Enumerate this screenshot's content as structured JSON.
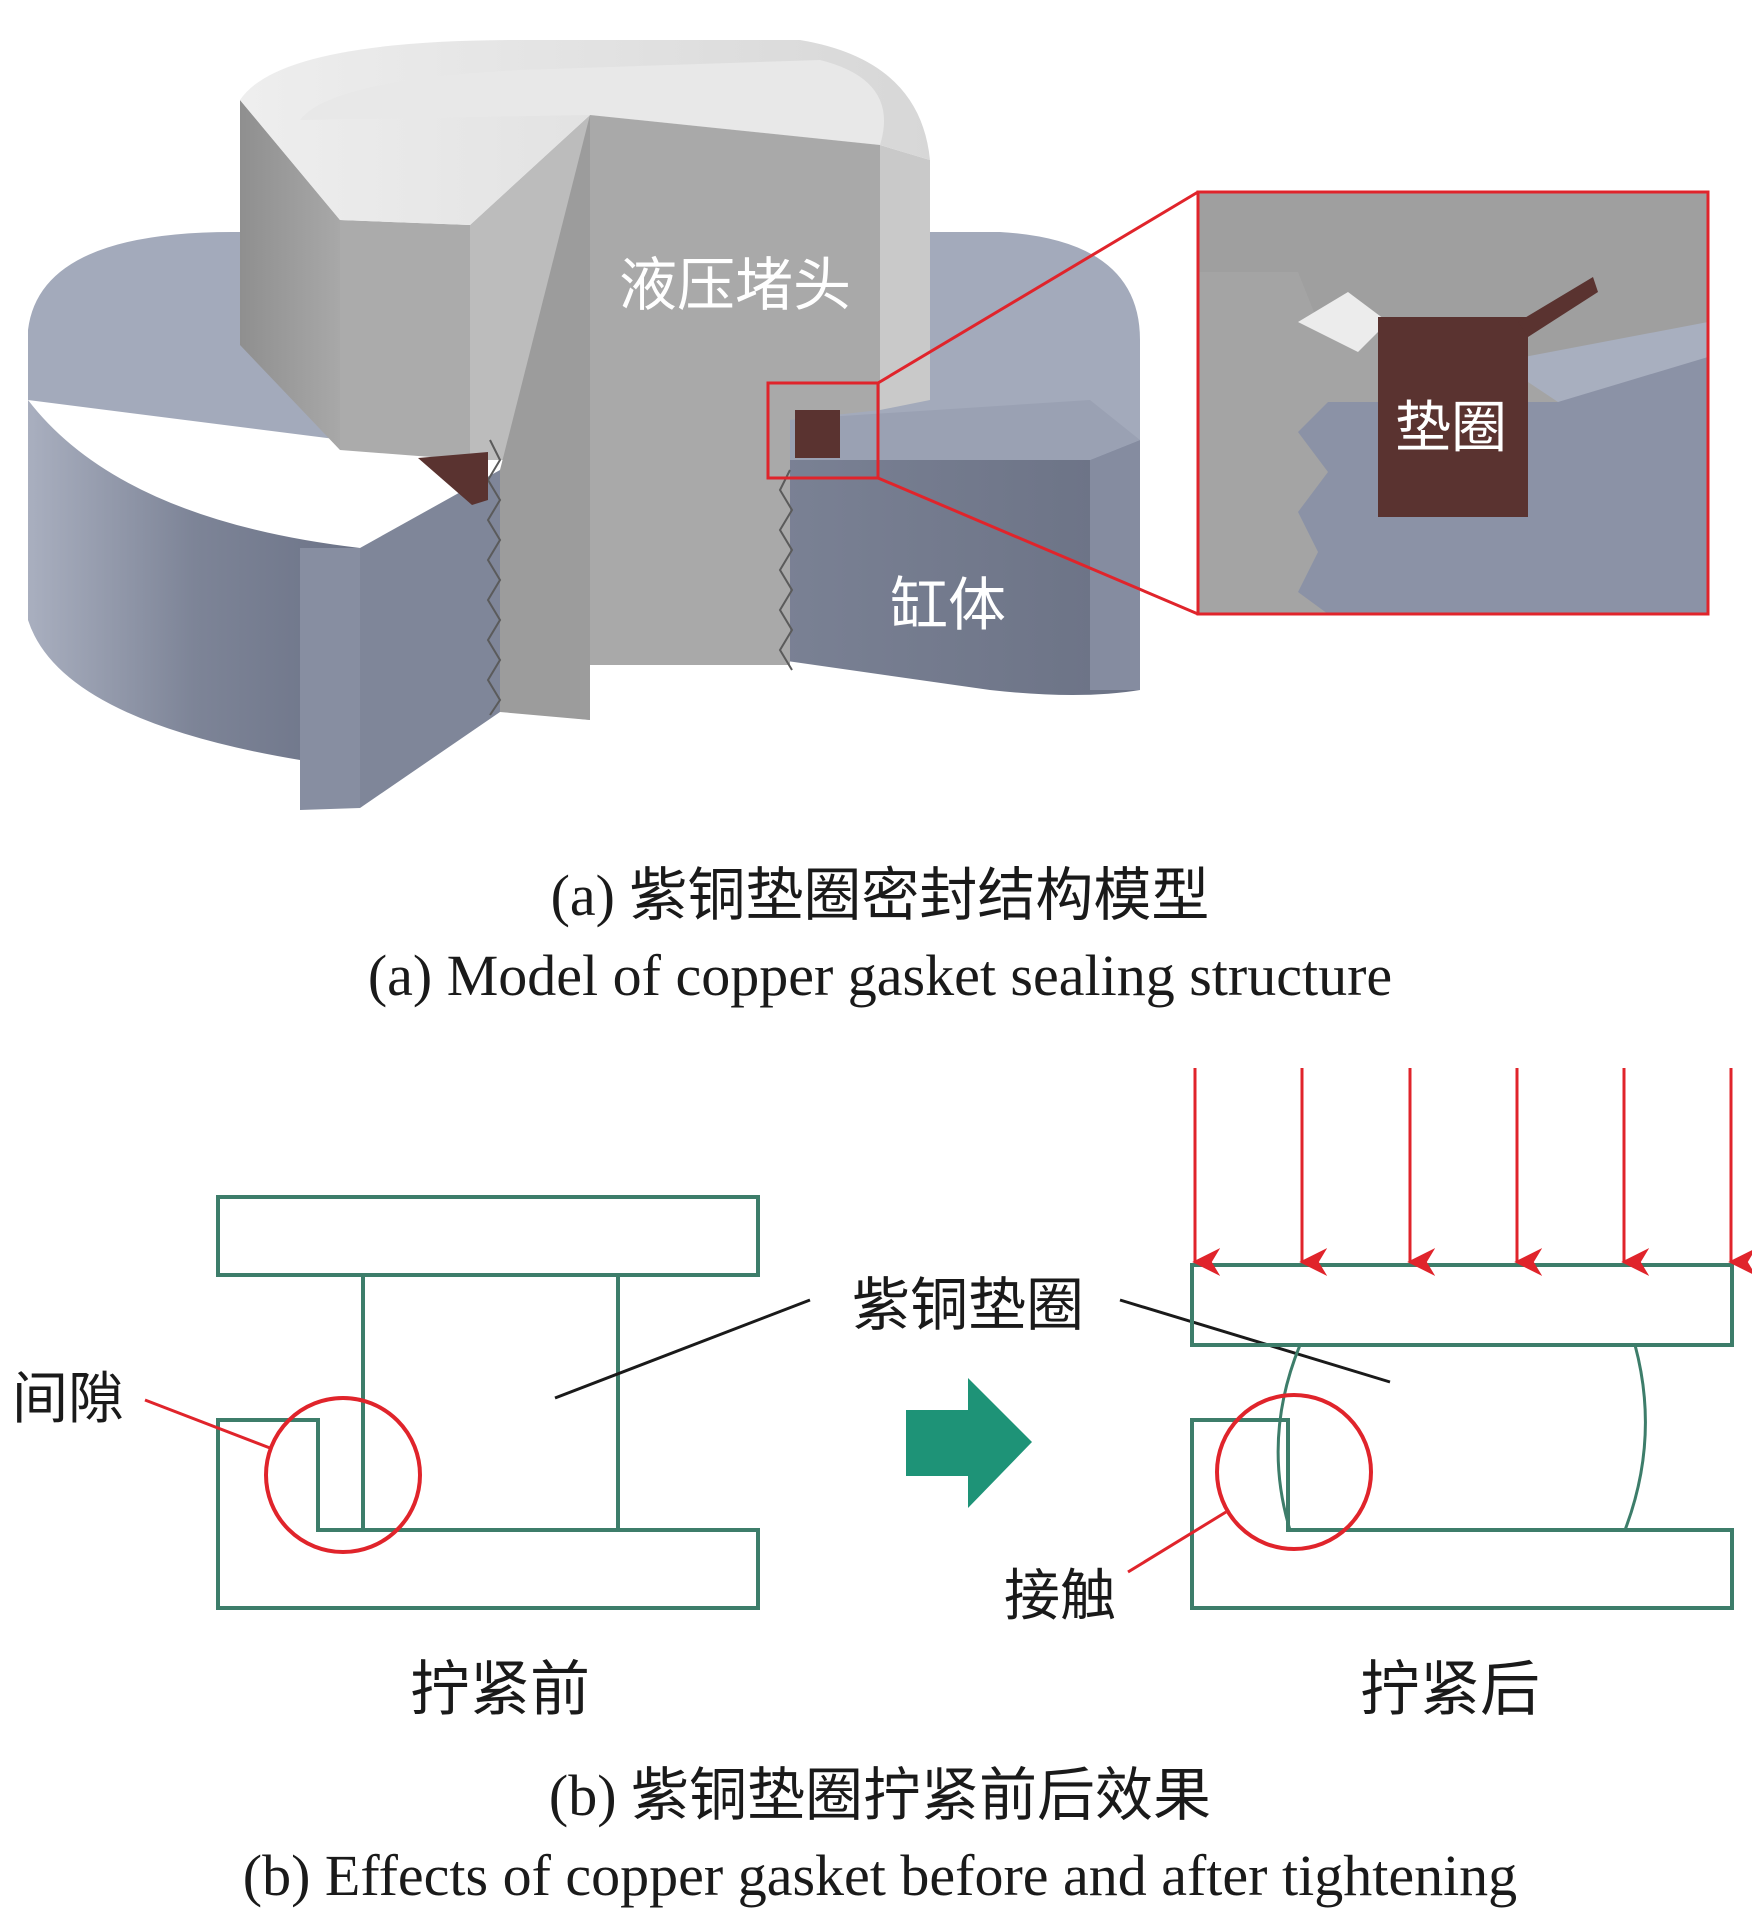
{
  "panel_a": {
    "label_plug": "液压堵头",
    "label_gasket": "垫圈",
    "label_body": "缸体",
    "caption_cn": "(a) 紫铜垫圈密封结构模型",
    "caption_en": "(a) Model of copper gasket sealing structure"
  },
  "panel_b": {
    "label_gasket": "紫铜垫圈",
    "label_gap": "间隙",
    "label_contact": "接触",
    "label_before": "拧紧前",
    "label_after": "拧紧后",
    "caption_cn": "(b) 紫铜垫圈拧紧前后效果",
    "caption_en": "(b) Effects of copper gasket before and after tightening"
  },
  "colors": {
    "outline_green": "#3d7d6a",
    "arrow_teal": "#1e9377",
    "highlight_red": "#e0242b",
    "gasket_brown": "#5a3330",
    "steel_blue": "#8b92a6",
    "plug_gray": "#b3b3b3"
  },
  "icons": {
    "transition_arrow": "right-arrow-icon",
    "force_arrows": "down-arrow-icon"
  }
}
